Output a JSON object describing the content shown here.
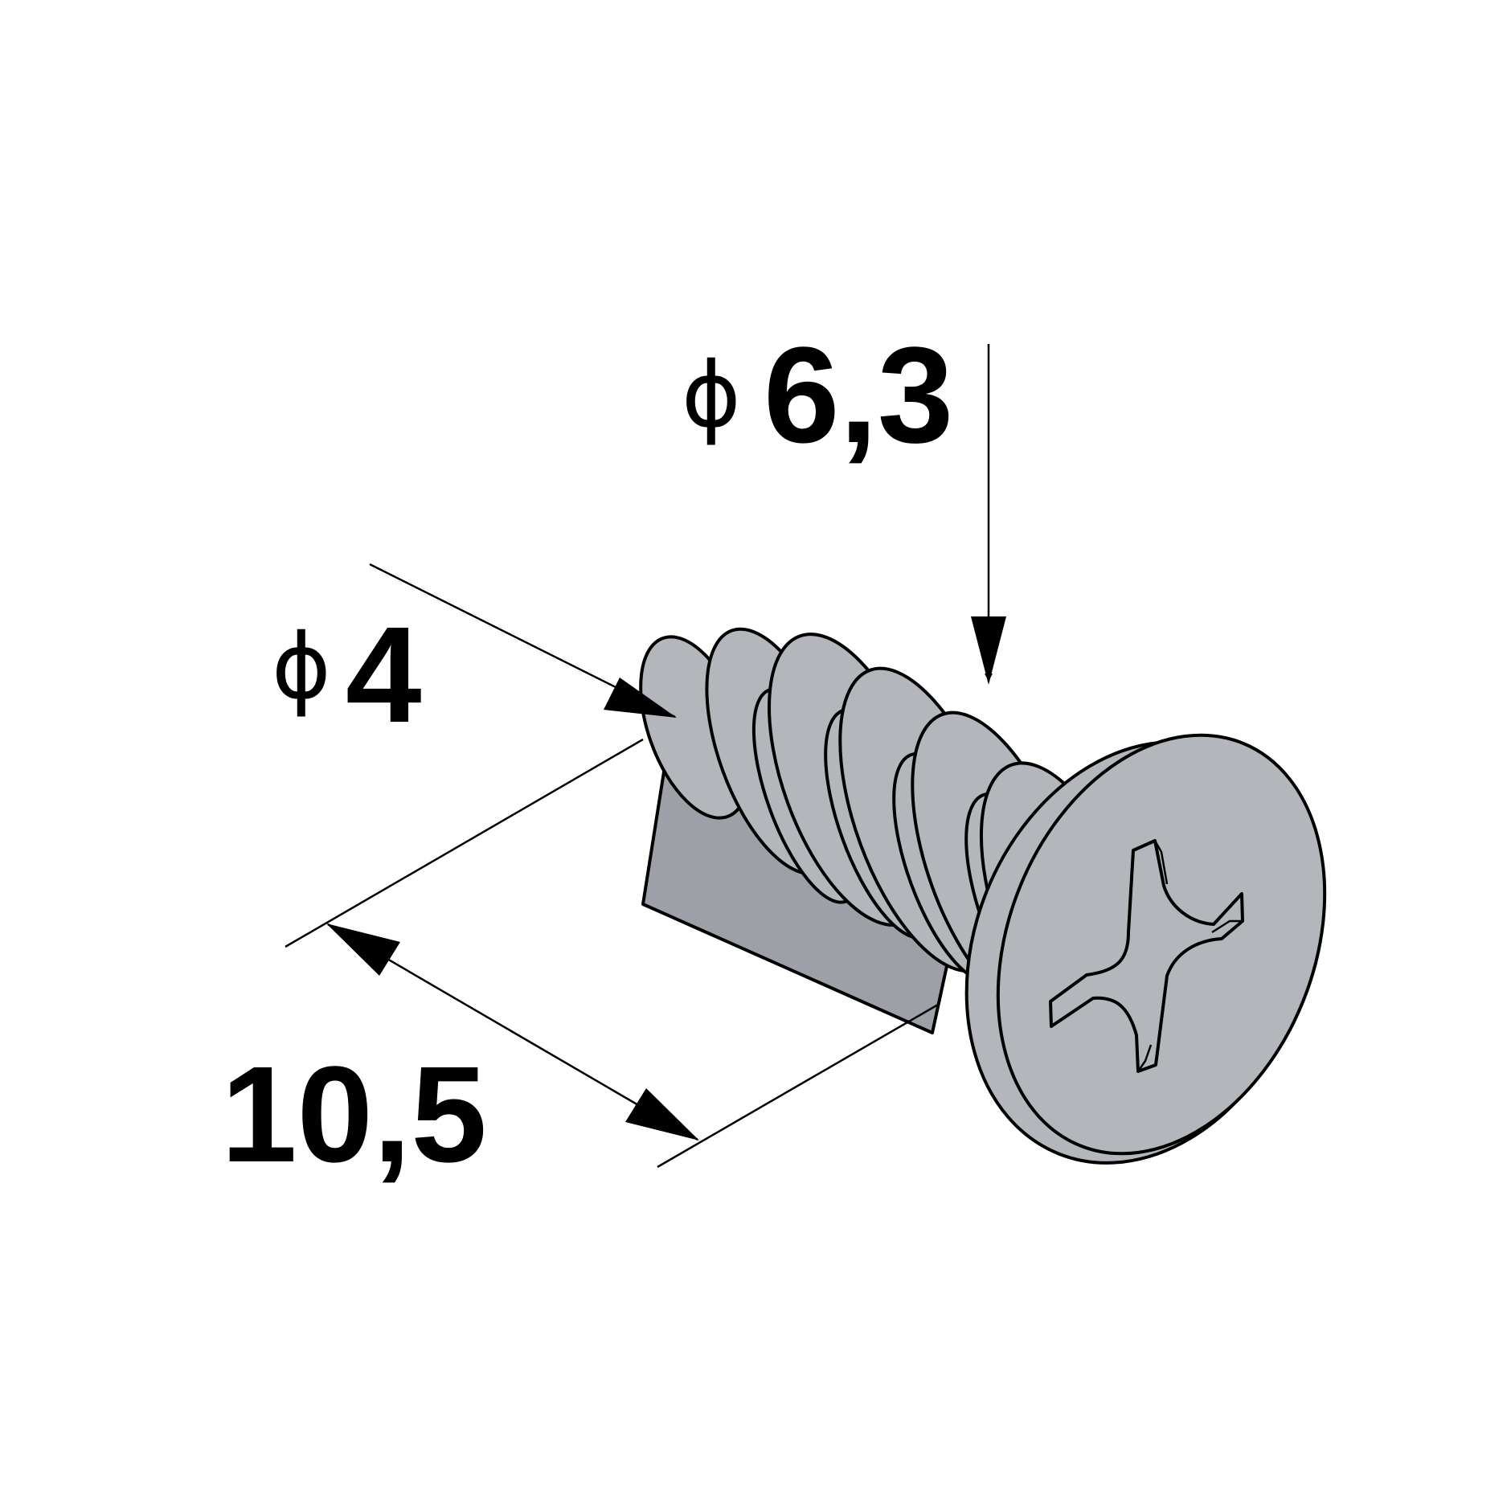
{
  "dimensions": {
    "head_diameter": {
      "symbol": "ϕ",
      "value": "6,3"
    },
    "shank_diameter": {
      "symbol": "ϕ",
      "value": "4"
    },
    "length": {
      "value": "10,5"
    }
  },
  "colors": {
    "metal": "#b3b6bb",
    "line": "#000000",
    "background": "#ffffff"
  },
  "icons": {
    "head_drive": "phillips-cross-icon"
  }
}
